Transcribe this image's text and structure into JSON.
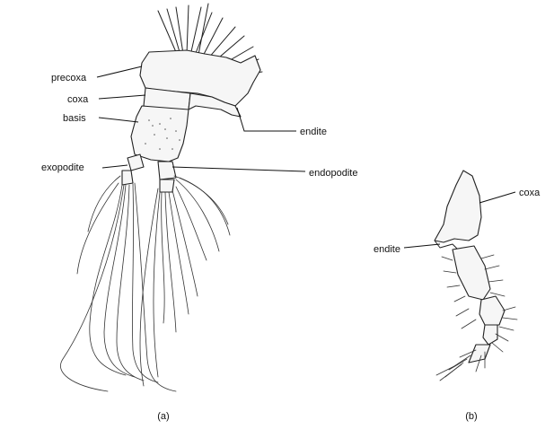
{
  "figure_a": {
    "labels": {
      "precoxa": "precoxa",
      "coxa": "coxa",
      "basis": "basis",
      "exopodite": "exopodite",
      "endite": "endite",
      "endopodite": "endopodite"
    },
    "caption": "(a)"
  },
  "figure_b": {
    "labels": {
      "coxa": "coxa",
      "endite": "endite"
    },
    "caption": "(b)"
  }
}
